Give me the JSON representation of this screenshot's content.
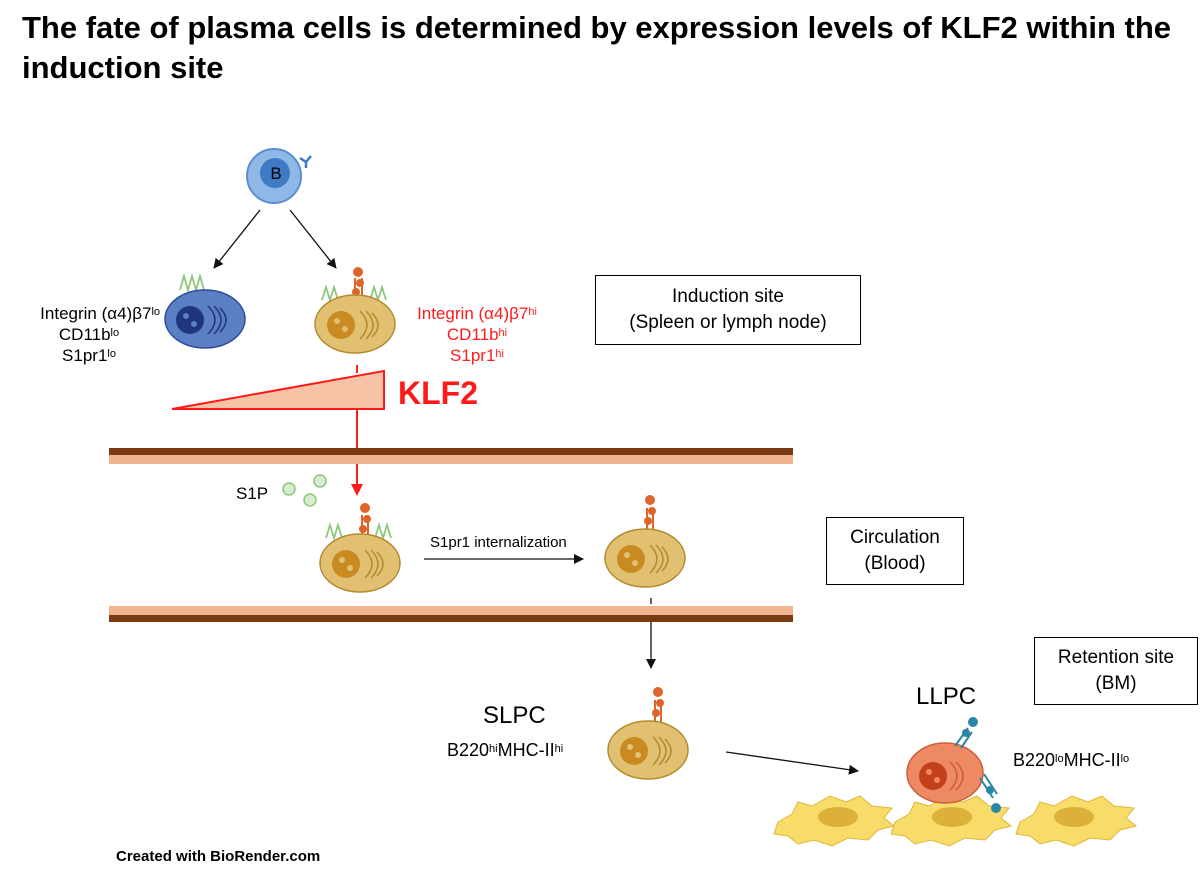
{
  "title": "The fate of plasma cells is determined by expression levels of KLF2 within the induction site",
  "b_cell_label": "B",
  "left_markers": {
    "integrin": "Integrin (α4)β7",
    "integrin_sup": "lo",
    "cd11b": "CD11b",
    "cd11b_sup": "lo",
    "s1pr1": "S1pr1",
    "s1pr1_sup": "lo"
  },
  "right_markers": {
    "integrin": "Integrin (α4)β7",
    "integrin_sup": "hi",
    "cd11b": "CD11b",
    "cd11b_sup": "hi",
    "s1pr1": "S1pr1",
    "s1pr1_sup": "hi"
  },
  "klf2_label": "KLF2",
  "induction_box": {
    "line1": "Induction site",
    "line2": "(Spleen or lymph node)"
  },
  "circulation_box": {
    "line1": "Circulation",
    "line2": "(Blood)"
  },
  "retention_box": {
    "line1": "Retention site",
    "line2": "(BM)"
  },
  "s1p_label": "S1P",
  "internalization_label": "S1pr1 internalization",
  "slpc": {
    "label": "SLPC",
    "m1": "B220",
    "m1_sup": "hi",
    "m2": "MHC-II",
    "m2_sup": "hi"
  },
  "llpc": {
    "label": "LLPC",
    "m1": "B220",
    "m1_sup": "lo",
    "m2": "MHC-II",
    "m2_sup": "lo"
  },
  "credit": "Created with BioRender.com",
  "colors": {
    "klf2_red": "#ff1a1a",
    "vessel_brown": "#7a3a12",
    "vessel_pink": "#f2b48e",
    "plasma_cell": "#e2c071",
    "llpc_cell": "#ee8a63",
    "stromal": "#f7dc6a"
  }
}
